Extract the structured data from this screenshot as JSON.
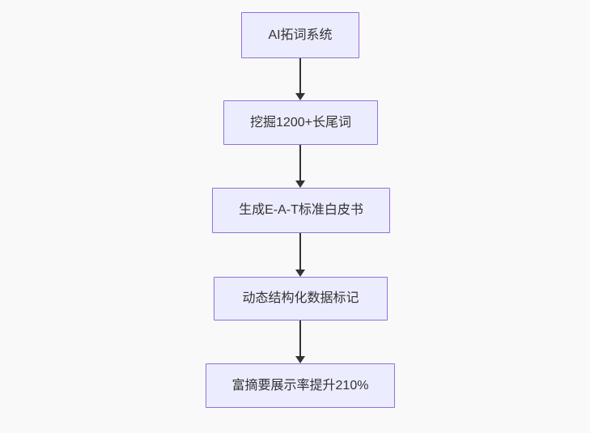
{
  "page": {
    "background_color": "#f9f9f9"
  },
  "flowchart": {
    "type": "flowchart",
    "direction": "top-down",
    "node_fill_color": "#ECECFF",
    "node_border_color": "#9370DB",
    "node_text_color": "#333333",
    "arrow_color": "#333333",
    "nodes": [
      {
        "id": "n1",
        "label": "AI拓词系统"
      },
      {
        "id": "n2",
        "label": "挖掘1200+长尾词"
      },
      {
        "id": "n3",
        "label": "生成E-A-T标准白皮书"
      },
      {
        "id": "n4",
        "label": "动态结构化数据标记"
      },
      {
        "id": "n5",
        "label": "富摘要展示率提升210%"
      }
    ],
    "edges": [
      {
        "from": "n1",
        "to": "n2"
      },
      {
        "from": "n2",
        "to": "n3"
      },
      {
        "from": "n3",
        "to": "n4"
      },
      {
        "from": "n4",
        "to": "n5"
      }
    ]
  }
}
